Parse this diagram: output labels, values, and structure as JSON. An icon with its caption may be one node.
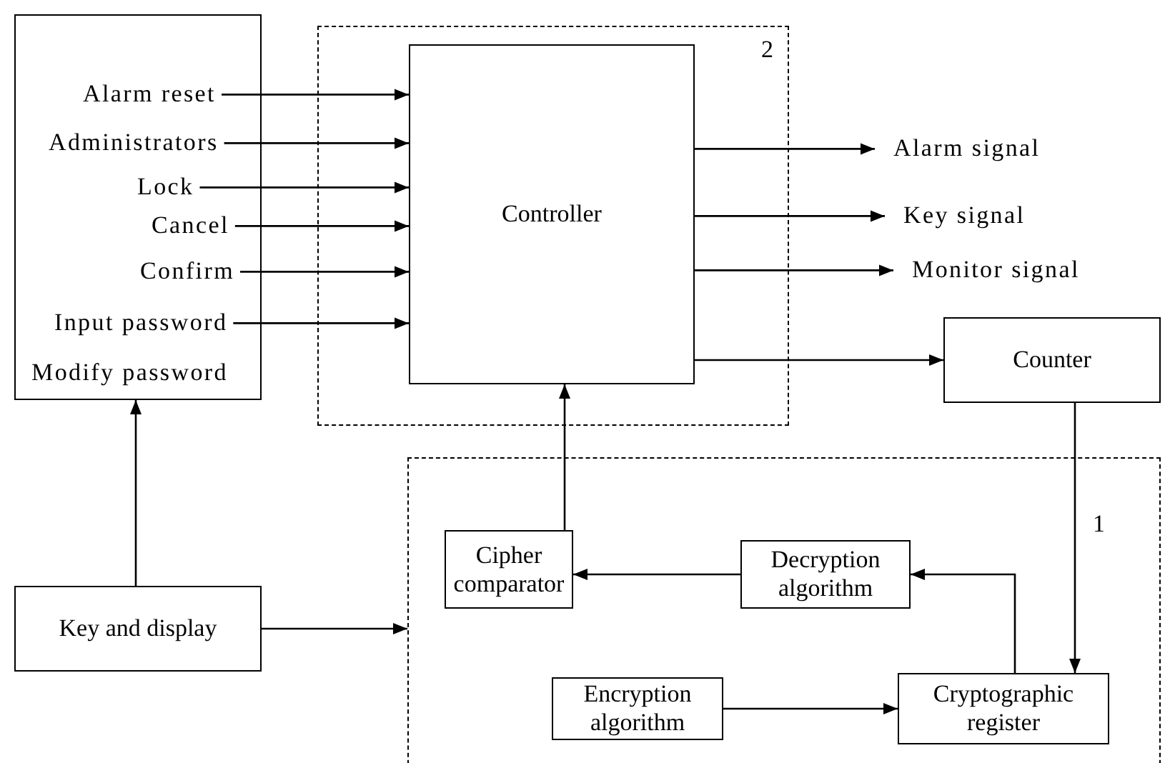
{
  "diagram": {
    "nodes": [
      {
        "text": [],
        "shape": "box"
      },
      {
        "text": [
          "Alarm reset"
        ],
        "in": 0
      },
      {
        "text": [
          "Administrators"
        ],
        "in": 0
      },
      {
        "text": [
          "Lock"
        ],
        "in": 0
      },
      {
        "text": [
          "Cancel"
        ],
        "in": 0
      },
      {
        "text": [
          "Confirm"
        ],
        "in": 0
      },
      {
        "text": [
          "Input password"
        ],
        "in": 0
      },
      {
        "text": [
          "Modify password"
        ],
        "in": 0
      },
      {
        "text": [
          "2"
        ]
      },
      {
        "text": [
          "Controller"
        ],
        "in": 8
      },
      {
        "text": [
          "Alarm signal"
        ]
      },
      {
        "text": [
          "Key signal"
        ]
      },
      {
        "text": [
          "Monitor signal"
        ]
      },
      {
        "text": [
          "Counter"
        ]
      },
      {
        "text": [
          "1"
        ]
      },
      {
        "text": [
          "Cipher comparator"
        ],
        "in": 14
      },
      {
        "text": [
          "Decryption algorithm"
        ],
        "in": 14
      },
      {
        "text": [
          "Encryption algorithm"
        ],
        "in": 14
      },
      {
        "text": [
          "Cryptographic register"
        ],
        "in": 14
      },
      {
        "text": [
          "Key and display"
        ]
      }
    ],
    "edges": [
      {
        "from": 1,
        "to": 9,
        "arrow": "to"
      },
      {
        "from": 2,
        "to": 9,
        "arrow": "to"
      },
      {
        "from": 3,
        "to": 9,
        "arrow": "to"
      },
      {
        "from": 4,
        "to": 9,
        "arrow": "to"
      },
      {
        "from": 5,
        "to": 9,
        "arrow": "to"
      },
      {
        "from": 6,
        "to": 9,
        "arrow": "to"
      },
      {
        "from": 9,
        "to": 10,
        "arrow": "to"
      },
      {
        "from": 9,
        "to": 11,
        "arrow": "to"
      },
      {
        "from": 9,
        "to": 12,
        "arrow": "to"
      },
      {
        "from": 9,
        "to": 13,
        "arrow": "to"
      },
      {
        "from": 13,
        "to": 18,
        "arrow": "to"
      },
      {
        "from": 18,
        "to": 16,
        "arrow": "to"
      },
      {
        "from": 16,
        "to": 15,
        "arrow": "to"
      },
      {
        "from": 17,
        "to": 18,
        "arrow": "to"
      },
      {
        "from": 15,
        "to": 9,
        "arrow": "to"
      },
      {
        "from": 19,
        "to": 0,
        "arrow": "to"
      },
      {
        "from": 19,
        "to": 14,
        "arrow": "to"
      }
    ]
  }
}
